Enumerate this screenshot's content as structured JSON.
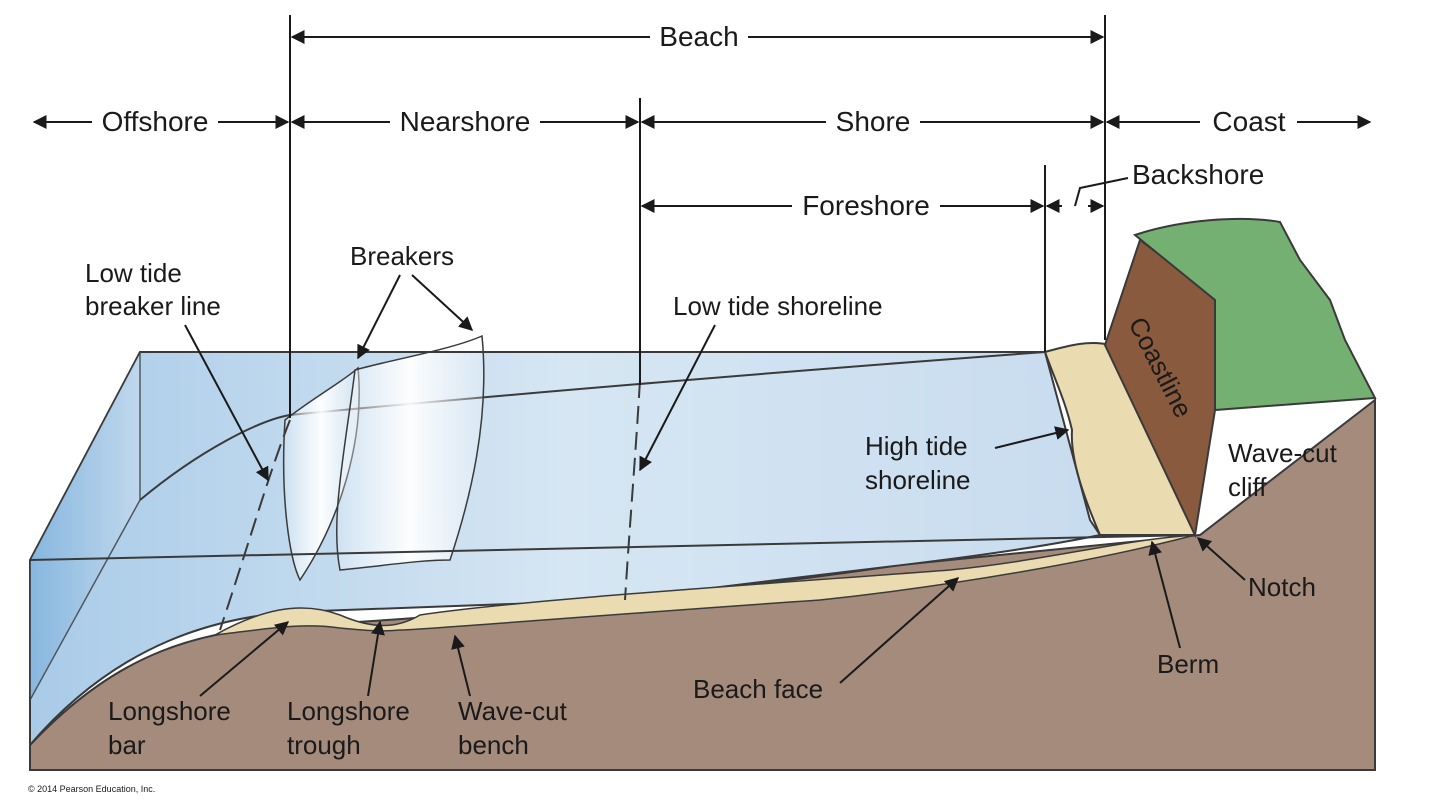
{
  "zones": {
    "beach": "Beach",
    "offshore": "Offshore",
    "nearshore": "Nearshore",
    "shore": "Shore",
    "coast": "Coast",
    "foreshore": "Foreshore",
    "backshore": "Backshore"
  },
  "features": {
    "low_tide_breaker_line_1": "Low tide",
    "low_tide_breaker_line_2": "breaker line",
    "breakers": "Breakers",
    "low_tide_shoreline": "Low tide shoreline",
    "coastline": "Coastline",
    "high_tide_shoreline_1": "High tide",
    "high_tide_shoreline_2": "shoreline",
    "wave_cut_cliff_1": "Wave-cut",
    "wave_cut_cliff_2": "cliff",
    "notch": "Notch",
    "berm": "Berm",
    "beach_face": "Beach face",
    "longshore_bar_1": "Longshore",
    "longshore_bar_2": "bar",
    "longshore_trough_1": "Longshore",
    "longshore_trough_2": "trough",
    "wave_cut_bench_1": "Wave-cut",
    "wave_cut_bench_2": "bench"
  },
  "credit": "© 2014 Pearson Education, Inc.",
  "colors": {
    "water": "#cfe0f0",
    "water_deep": "#9fc3e3",
    "sand": "#eadbb0",
    "ground": "#a58b7c",
    "grass": "#74b072",
    "cliff": "#8a5a3e"
  }
}
